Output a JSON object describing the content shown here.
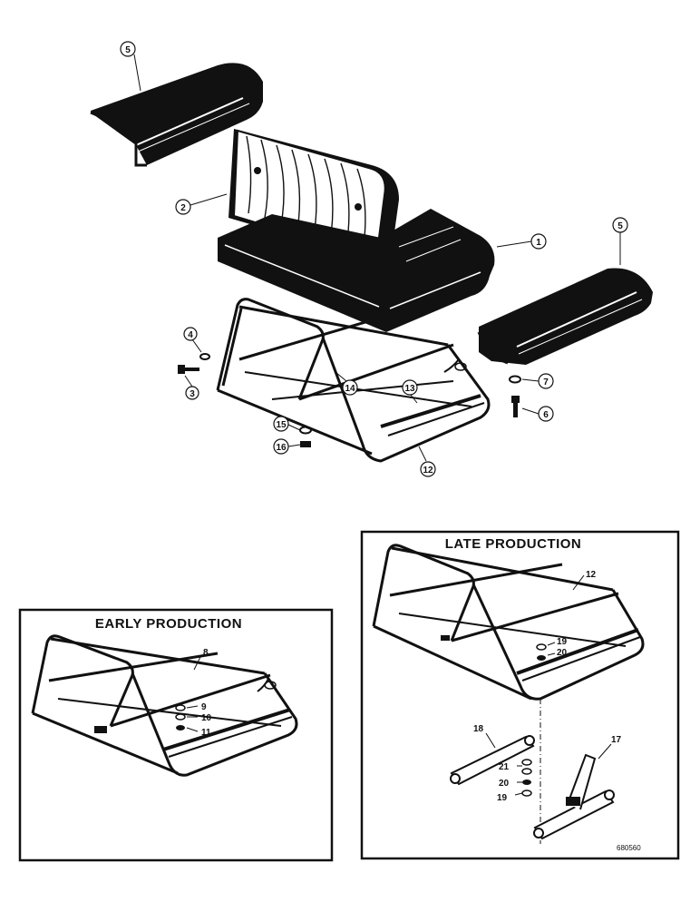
{
  "callouts_main": [
    "5",
    "2",
    "1",
    "5",
    "4",
    "3",
    "14",
    "13",
    "7",
    "6",
    "15",
    "16",
    "12"
  ],
  "early_production": {
    "title": "EARLY PRODUCTION",
    "labels": [
      "8",
      "9",
      "10",
      "11"
    ]
  },
  "late_production": {
    "title": "LATE PRODUCTION",
    "labels": [
      "12",
      "19",
      "20",
      "18",
      "21",
      "20",
      "19",
      "17"
    ],
    "reference": "680560"
  }
}
